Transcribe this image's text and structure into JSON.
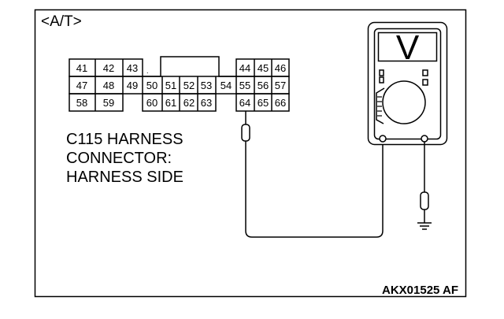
{
  "section_label": "<A/T>",
  "connector": {
    "caption_lines": [
      "C115 HARNESS",
      "CONNECTOR:",
      "HARNESS SIDE"
    ],
    "rows": [
      [
        "41",
        "42",
        "43",
        "",
        "",
        "",
        "",
        "",
        "44",
        "45",
        "46"
      ],
      [
        "47",
        "48",
        "49",
        "50",
        "51",
        "52",
        "53",
        "54",
        "55",
        "56",
        "57"
      ],
      [
        "58",
        "59",
        "",
        "60",
        "61",
        "62",
        "63",
        "",
        "64",
        "65",
        "66"
      ]
    ]
  },
  "meter": {
    "mode_symbol": "V"
  },
  "figure_code": "AKX01525 AF",
  "colors": {
    "line": "#000000",
    "background": "#ffffff"
  }
}
